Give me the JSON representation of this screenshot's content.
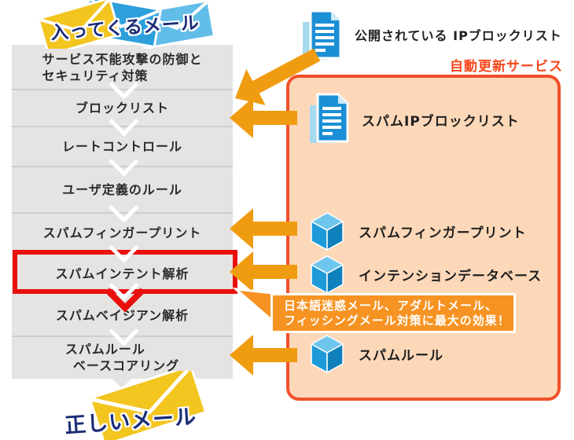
{
  "incoming_label": "入ってくるメール",
  "clean_label": "正しいメール",
  "pipeline": {
    "steps": [
      {
        "line1": "サービス不能攻撃の防御と",
        "line2": "セキュリティ対策"
      },
      {
        "line1": "ブロックリスト"
      },
      {
        "line1": "レートコントロール"
      },
      {
        "line1": "ユーザ定義のルール"
      },
      {
        "line1": "スパムフィンガープリント"
      },
      {
        "line1": "スパムインテント解析",
        "highlighted": true
      },
      {
        "line1": "スパムベイジアン解析"
      },
      {
        "line1": "スパムルール",
        "line2": "ベースコアリング"
      }
    ]
  },
  "external_source": {
    "icon": "documents-icon",
    "line1": "公開されている",
    "line2": "IPブロックリスト"
  },
  "auto_update": {
    "title": "自動更新サービス",
    "items": [
      {
        "icon": "documents-icon",
        "label": "スパムIPブロックリスト"
      },
      {
        "icon": "database-cube-icon",
        "label": "スパムフィンガープリント"
      },
      {
        "icon": "database-cube-icon",
        "label": "インテンションデータベース"
      },
      {
        "icon": "database-cube-icon",
        "label": "スパムルール"
      }
    ]
  },
  "callout": {
    "line1": "日本語迷惑メール、アダルトメール、",
    "line2": "フィッシングメール対策に最大の効果！"
  },
  "colors": {
    "arrow_orange": "#f09c10",
    "banner_orange": "#f79322",
    "panel_fill": "#fcd8b9",
    "panel_border": "#f1502b",
    "service_title_red": "#f7481c",
    "highlight_red": "#e8110e",
    "box_gray": "#e5e4e3",
    "mail_navy": "#1b2d77",
    "doc_blue": "#1b8fd6",
    "cube_blue": "#1e9ad8",
    "envelope_yellow": "#f2c51f",
    "envelope_blue": "#2da0dc",
    "envelope_lightblue": "#63bde9"
  }
}
